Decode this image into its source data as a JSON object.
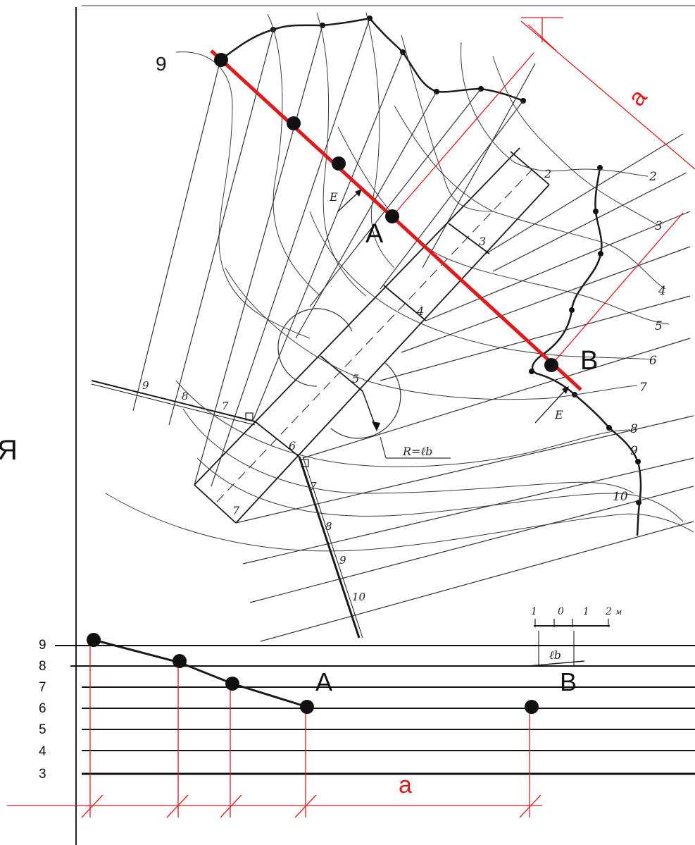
{
  "colors": {
    "red": "#e0191c",
    "ink": "#1a1a1a"
  },
  "plan": {
    "point_top": "9",
    "point_A": "A",
    "point_B": "B",
    "dim_a": "a",
    "arrow_E_1": "E",
    "arrow_E_2": "E",
    "radius_label": "R=ℓb",
    "side_letter": "Я",
    "axis_cuts": [
      "2",
      "3",
      "4",
      "5",
      "6",
      "7"
    ],
    "left_cuts": [
      "9",
      "8",
      "7"
    ],
    "right_contours": [
      "2",
      "3",
      "4",
      "5",
      "6",
      "7",
      "8",
      "9",
      "10"
    ],
    "lower_cuts": [
      "7",
      "8",
      "9",
      "10"
    ],
    "scale": {
      "ticks": [
        "1",
        "0",
        "1",
        "2"
      ],
      "unit": "м",
      "lb": "ℓb"
    }
  },
  "profile": {
    "levels": [
      "9",
      "8",
      "7",
      "6",
      "5",
      "4",
      "3"
    ],
    "point_A": "A",
    "point_B": "B",
    "dim_a": "a"
  }
}
